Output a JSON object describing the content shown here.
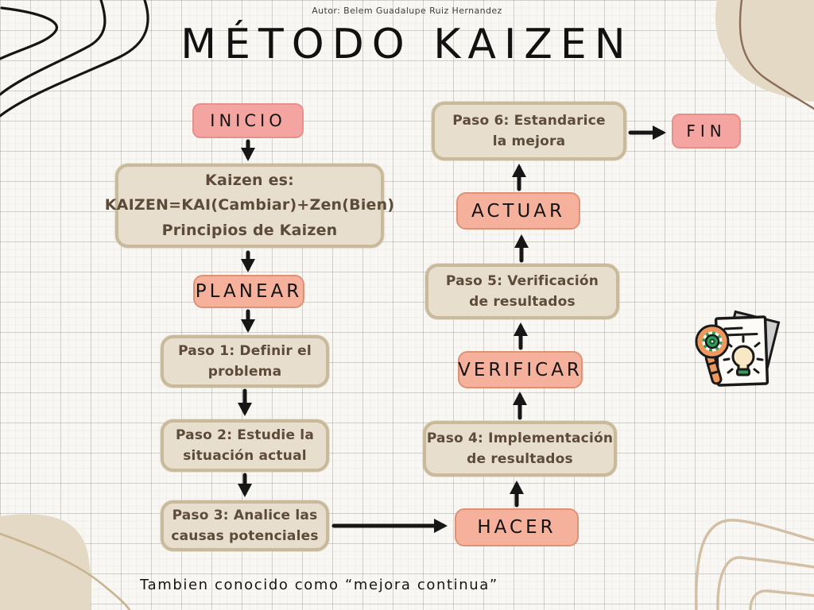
{
  "page": {
    "author": "Autor: Belem Guadalupe Ruiz Hernandez",
    "title": "MÉTODO KAIZEN",
    "footer": "Tambien conocido como “mejora continua”"
  },
  "nodes": {
    "inicio": {
      "label": "INICIO"
    },
    "kaizen_info": {
      "lines": [
        "Kaizen es:",
        "KAIZEN=KAI(Cambiar)+Zen(Bien)",
        "Principios de Kaizen"
      ]
    },
    "planear": {
      "label": "PLANEAR"
    },
    "paso1": {
      "lines": [
        "Paso 1: Definir el",
        "problema"
      ]
    },
    "paso2": {
      "lines": [
        "Paso 2: Estudie la",
        "situación actual"
      ]
    },
    "paso3": {
      "lines": [
        "Paso 3: Analice las",
        "causas potenciales"
      ]
    },
    "hacer": {
      "label": "HACER"
    },
    "paso4": {
      "lines": [
        "Paso 4: Implementación",
        "de resultados"
      ]
    },
    "verificar": {
      "label": "VERIFICAR"
    },
    "paso5": {
      "lines": [
        "Paso 5: Verificación",
        "de resultados"
      ]
    },
    "actuar": {
      "label": "ACTUAR"
    },
    "paso6": {
      "lines": [
        "Paso 6: Estandarice",
        "la mejora"
      ]
    },
    "fin": {
      "label": "FIN"
    }
  },
  "colors": {
    "background": "#f8f7f3",
    "grid_major": "#bcbcbc",
    "pink_fill": "#f5a5a1",
    "pink_border": "#eb8e89",
    "salmon_fill": "#f6b19d",
    "salmon_border": "#df9273",
    "beige_fill": "#e7decd",
    "beige_border": "#c9ba9b",
    "text_brown": "#5d4b39",
    "arrow": "#161616",
    "corner_blob": "#e4d9c5",
    "corner_tan_line": "#cdb997",
    "corner_brown_line": "#8a6c57"
  },
  "icon": {
    "name": "analysis-documents-magnifier-lightbulb-icon"
  }
}
